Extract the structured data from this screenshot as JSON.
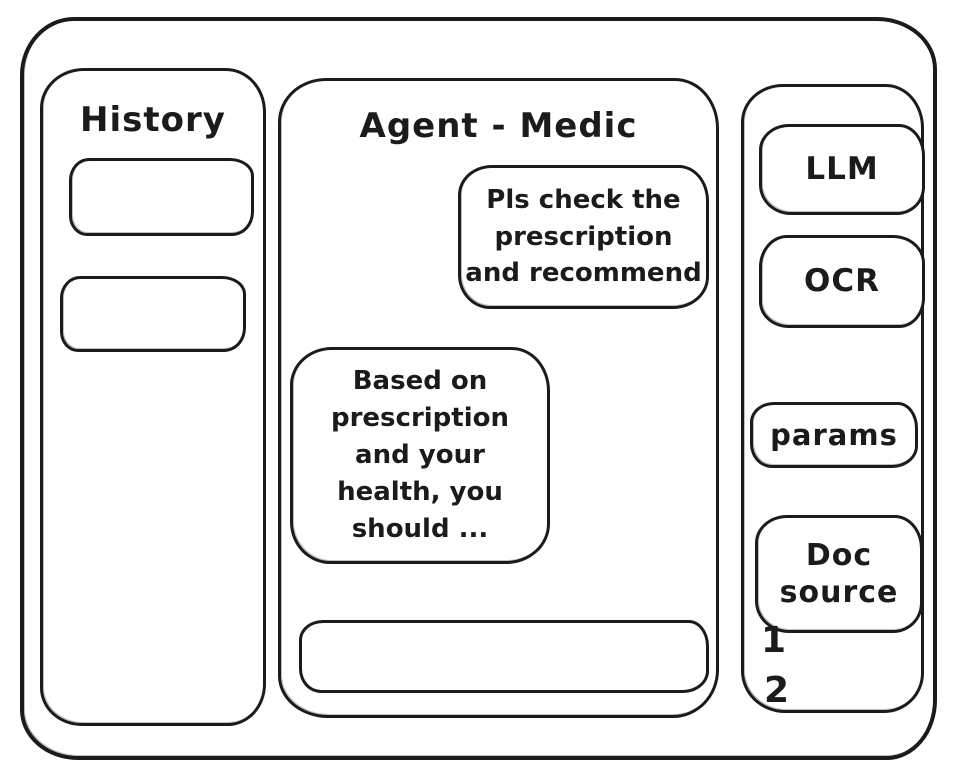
{
  "app": {
    "stroke_color": "#1b1b1b",
    "background": "#ffffff"
  },
  "history_sidebar": {
    "title": "History",
    "items": [
      {
        "label": ""
      },
      {
        "label": ""
      }
    ]
  },
  "chat": {
    "title": "Agent - Medic",
    "messages": [
      {
        "role": "user",
        "text": "Pls check the\nprescription\nand recommend"
      },
      {
        "role": "assistant",
        "text": "Based on\nprescription\nand your\nhealth, you\nshould ..."
      }
    ],
    "input": {
      "value": ""
    }
  },
  "tools_sidebar": {
    "buttons": [
      {
        "label": "LLM"
      },
      {
        "label": "OCR"
      },
      {
        "label": "params"
      },
      {
        "label": "Doc\nsource"
      }
    ],
    "doc_source_items": [
      "1",
      "2"
    ]
  }
}
